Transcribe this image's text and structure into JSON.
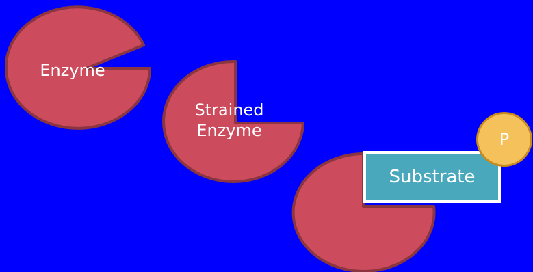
{
  "enzyme": {
    "label": "Enzyme"
  },
  "strained_enzyme": {
    "line1": "Strained",
    "line2": "Enzyme"
  },
  "substrate": {
    "label": "Substrate"
  },
  "phosphate": {
    "label": "P"
  },
  "colors": {
    "background": "#0000ff",
    "enzyme_fill": "#cc4b5d",
    "enzyme_stroke": "#8a3540",
    "substrate_fill": "#4aa8bd",
    "substrate_border": "#ffffff",
    "phosphate_fill": "#f4c15a"
  }
}
